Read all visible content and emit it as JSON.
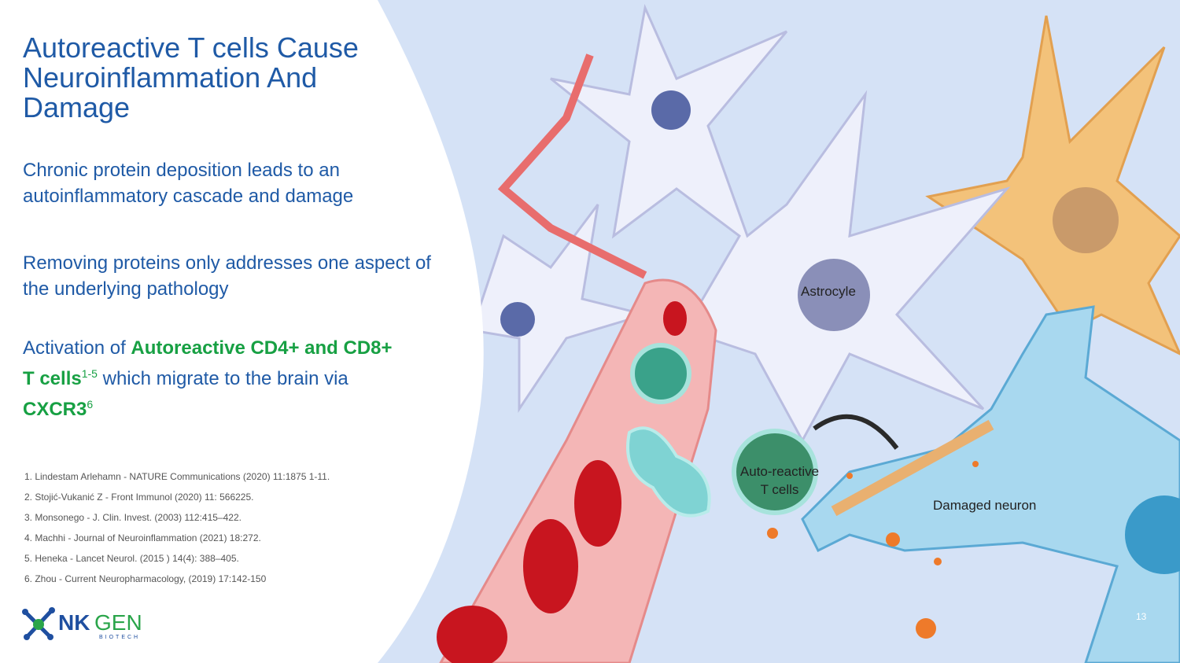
{
  "title": "Autoreactive T cells Cause Neuroinflammation And Damage",
  "bullets": {
    "p1": "Chronic protein deposition leads to an autoinflammatory cascade and damage",
    "p2": "Removing proteins only addresses one aspect of the underlying pathology",
    "p3": {
      "a": "Activation of ",
      "b": "Autoreactive CD4+ and CD8+ T cells",
      "c": "1-5",
      "d": " which migrate to the brain via ",
      "e": "CXCR3",
      "f": "6"
    }
  },
  "references": [
    "1. Lindestam Arlehamn - NATURE Communications (2020) 11:1875 1-11.",
    "2. Stojić-Vukanić Z - Front Immunol (2020) 11: 566225.",
    "3. Monsonego - J. Clin. Invest. (2003) 112:415–422.",
    "4. Machhi - Journal of Neuroinflammation (2021) 18:272.",
    "5. Heneka - Lancet Neurol. (2015 ) 14(4): 388–405.",
    "6. Zhou - Current Neuropharmacology, (2019) 17:142-150"
  ],
  "logo": {
    "nk": "NK",
    "gen": "GEN",
    "sub": "BIOTECH"
  },
  "illustration": {
    "astrocyte_label": "Astrocyle",
    "tcell_label": "Auto-reactive T cells",
    "neuron_label": "Damaged neuron"
  },
  "page_number": "13",
  "colors": {
    "title": "#1f5aa6",
    "accent": "#17a043",
    "background": "#d5e2f6"
  }
}
